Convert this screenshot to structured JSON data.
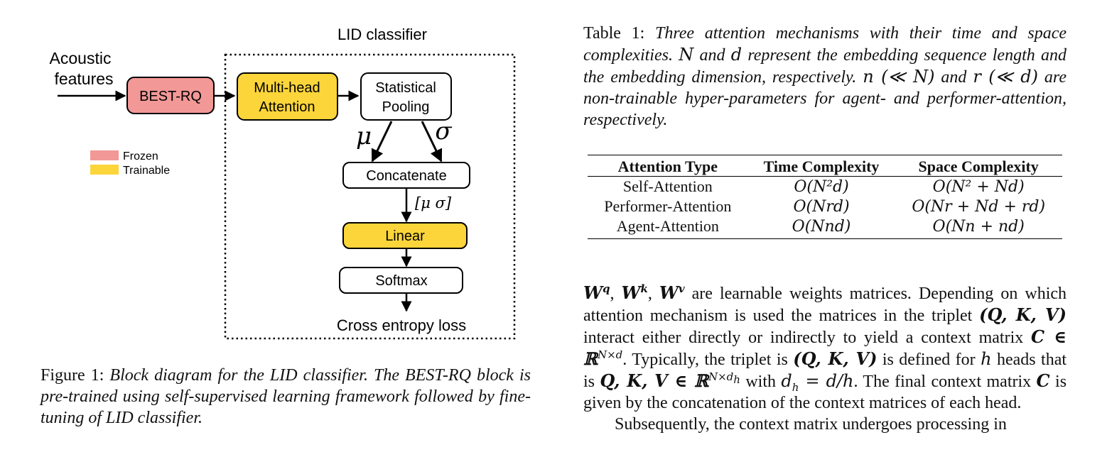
{
  "diagram": {
    "title": "LID classifier",
    "input_label_line1": "Acoustic",
    "input_label_line2": "features",
    "best_rq": "BEST-RQ",
    "mha_line1": "Multi-head",
    "mha_line2": "Attention",
    "pool_line1": "Statistical",
    "pool_line2": "Pooling",
    "mu": "μ",
    "sigma": "σ",
    "concatenate": "Concatenate",
    "concat_output": "[μ σ]",
    "linear": "Linear",
    "softmax": "Softmax",
    "loss": "Cross entropy loss",
    "legend": [
      {
        "label": "Frozen",
        "color": "#f29896"
      },
      {
        "label": "Trainable",
        "color": "#fbd53a"
      }
    ],
    "colors": {
      "frozen_fill": "#f29896",
      "trainable_fill": "#fbd53a",
      "plain_fill": "#ffffff",
      "stroke": "#000000"
    }
  },
  "figure_caption": {
    "label": "Figure 1:",
    "text": "Block diagram for the LID classifier. The BEST-RQ block is pre-trained using self-supervised learning framework followed by fine-tuning of LID classifier."
  },
  "table_caption": {
    "label": "Table 1:",
    "t1": "Three attention mechanisms with their time and space complexities.",
    "N": "N",
    "t2": "and",
    "d": "d",
    "t3": "represent the embedding sequence length and the embedding dimension, respectively.",
    "n_expr": "n (≪ N)",
    "t4": "and",
    "r_expr": "r (≪ d)",
    "t5": "are non-trainable hyper-parameters for agent- and performer-attention, respectively."
  },
  "table": {
    "headers": [
      "Attention Type",
      "Time Complexity",
      "Space Complexity"
    ],
    "rows": [
      {
        "type": "Self-Attention",
        "time": "O(N²d)",
        "space": "O(N² + Nd)"
      },
      {
        "type": "Performer-Attention",
        "time": "O(Nrd)",
        "space": "O(Nr + Nd + rd)"
      },
      {
        "type": "Agent-Attention",
        "time": "O(Nnd)",
        "space": "O(Nn + nd)"
      }
    ]
  },
  "body": {
    "wq": "W",
    "wq_sup": "q",
    "wk": "W",
    "wk_sup": "k",
    "wv": "W",
    "wv_sup": "v",
    "s1": "are learnable weights matrices. Depending on which attention mechanism is used the matrices in the triplet",
    "triplet": "(Q, K, V)",
    "s2": "interact either directly or indirectly to yield a context matrix",
    "c_expr": "C ∈ ℝ",
    "c_sup": "N×d",
    "s3": ". Typically, the triplet is",
    "triplet2": "(Q, K, V)",
    "s4": "is defined for",
    "h": "h",
    "s5": "heads that is",
    "qkv_expr": "Q, K, V ∈ ℝ",
    "qkv_sup": "N×d",
    "qkv_sub": "h",
    "s6": "with",
    "dh_expr": "d",
    "dh_sub": "h",
    "dh_rest": " = d/h",
    "s7": ". The final context matrix",
    "C": "C",
    "s8": "is given by the concatenation of the context matrices of each head.",
    "p2": "Subsequently, the context matrix undergoes processing in"
  }
}
